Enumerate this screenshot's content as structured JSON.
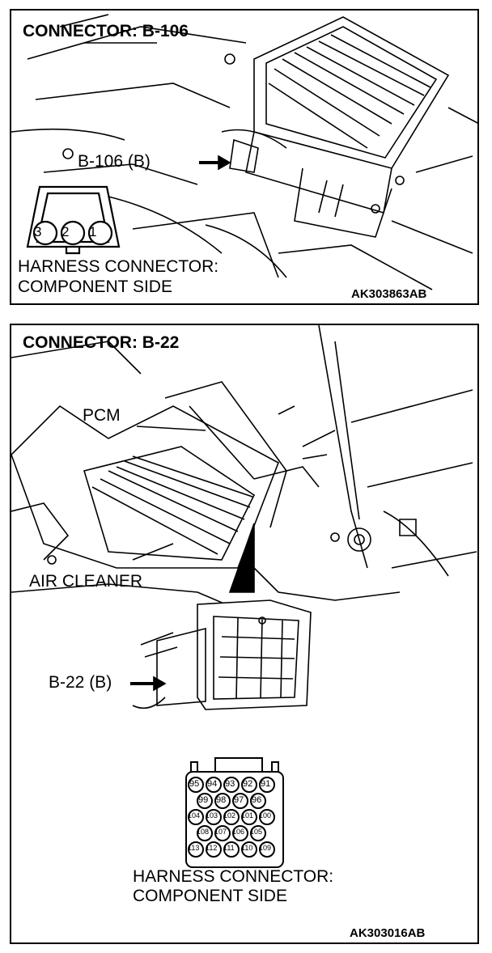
{
  "top": {
    "title": "CONNECTOR: B-106",
    "callout": "B-106 (B)",
    "pins": [
      "3",
      "2",
      "1"
    ],
    "caption_line1": "HARNESS CONNECTOR:",
    "caption_line2": "COMPONENT SIDE",
    "code": "AK303863AB"
  },
  "bottom": {
    "title": "CONNECTOR: B-22",
    "pcm_label": "PCM",
    "air_cleaner_label": "AIR CLEANER",
    "callout": "B-22 (B)",
    "pins_row1": [
      "95",
      "94",
      "93",
      "92",
      "91"
    ],
    "pins_row2": [
      "99",
      "98",
      "97",
      "96"
    ],
    "pins_row3": [
      "104",
      "103",
      "102",
      "101",
      "100"
    ],
    "pins_row4": [
      "108",
      "107",
      "106",
      "105"
    ],
    "pins_row5": [
      "113",
      "112",
      "111",
      "110",
      "109"
    ],
    "caption_line1": "HARNESS CONNECTOR:",
    "caption_line2": "COMPONENT SIDE",
    "code": "AK303016AB"
  }
}
